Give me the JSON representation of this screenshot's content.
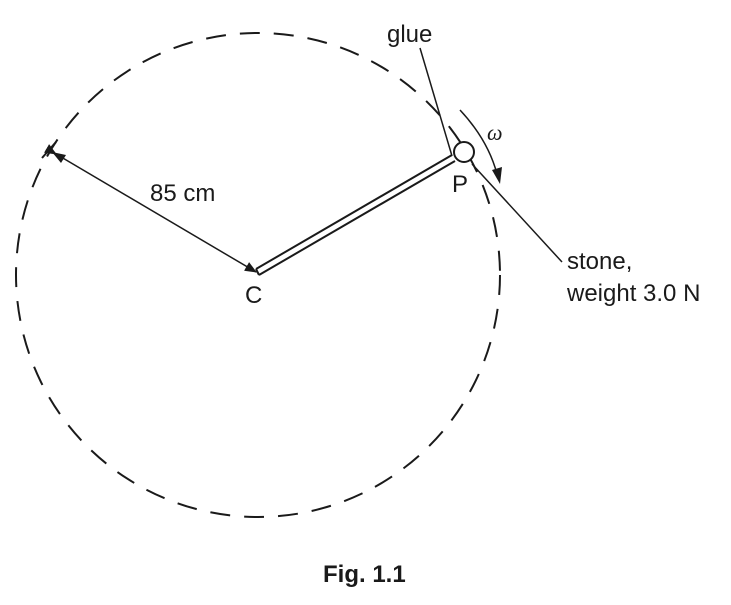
{
  "figure": {
    "caption": "Fig. 1.1",
    "labels": {
      "glue": "glue",
      "omega": "ω",
      "point_p": "P",
      "centre_c": "C",
      "radius": "85 cm",
      "stone_line1": "stone,",
      "stone_line2": "weight 3.0 N"
    }
  }
}
